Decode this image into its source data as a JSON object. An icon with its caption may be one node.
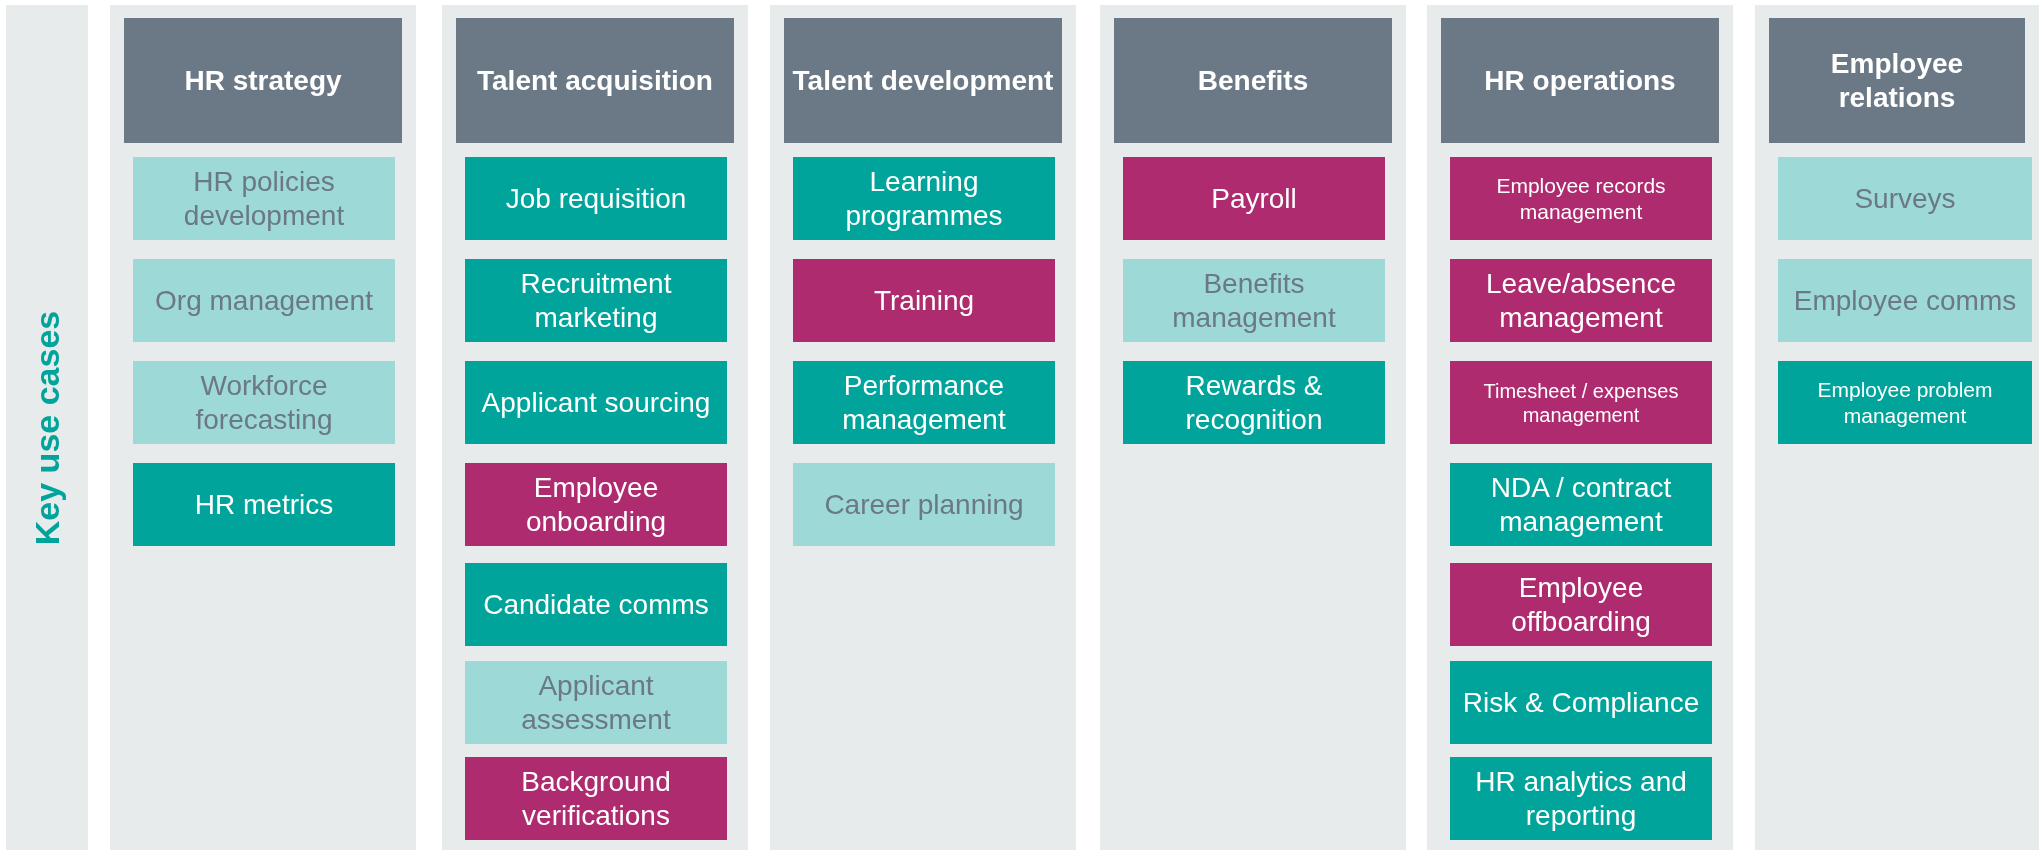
{
  "diagram": {
    "nodes": [
      {
        "text": [
          "Key use cases"
        ]
      },
      {
        "text": [
          "HR strategy"
        ]
      },
      {
        "text": [
          "HR policies development"
        ],
        "in": 1
      },
      {
        "text": [
          "Org management"
        ],
        "in": 1
      },
      {
        "text": [
          "Workforce forecasting"
        ],
        "in": 1
      },
      {
        "text": [
          "HR metrics"
        ],
        "in": 1
      },
      {
        "text": [
          "Talent acquisition"
        ]
      },
      {
        "text": [
          "Job requisition"
        ],
        "in": 6
      },
      {
        "text": [
          "Recruitment marketing"
        ],
        "in": 6
      },
      {
        "text": [
          "Applicant sourcing"
        ],
        "in": 6
      },
      {
        "text": [
          "Employee onboarding"
        ],
        "in": 6
      },
      {
        "text": [
          "Candidate comms"
        ],
        "in": 6
      },
      {
        "text": [
          "Applicant assessment"
        ],
        "in": 6
      },
      {
        "text": [
          "Background verifications"
        ],
        "in": 6
      },
      {
        "text": [
          "Talent development"
        ]
      },
      {
        "text": [
          "Learning programmes"
        ],
        "in": 14
      },
      {
        "text": [
          "Training"
        ],
        "in": 14
      },
      {
        "text": [
          "Performance management"
        ],
        "in": 14
      },
      {
        "text": [
          "Career planning"
        ],
        "in": 14
      },
      {
        "text": [
          "Benefits"
        ]
      },
      {
        "text": [
          "Payroll"
        ],
        "in": 19
      },
      {
        "text": [
          "Benefits management"
        ],
        "in": 19
      },
      {
        "text": [
          "Rewards & recognition"
        ],
        "in": 19
      },
      {
        "text": [
          "HR operations"
        ]
      },
      {
        "text": [
          "Employee records management"
        ],
        "in": 23
      },
      {
        "text": [
          "Leave/absence management"
        ],
        "in": 23
      },
      {
        "text": [
          "Timesheet / expenses management"
        ],
        "in": 23
      },
      {
        "text": [
          "NDA / contract management"
        ],
        "in": 23
      },
      {
        "text": [
          "Employee offboarding"
        ],
        "in": 23
      },
      {
        "text": [
          "Risk & Compliance"
        ],
        "in": 23
      },
      {
        "text": [
          "HR analytics and reporting"
        ],
        "in": 23
      },
      {
        "text": [
          "Employee relations"
        ]
      },
      {
        "text": [
          "Surveys"
        ],
        "in": 31
      },
      {
        "text": [
          "Employee comms"
        ],
        "in": 31
      },
      {
        "text": [
          "Employee problem management"
        ],
        "in": 31
      }
    ]
  }
}
